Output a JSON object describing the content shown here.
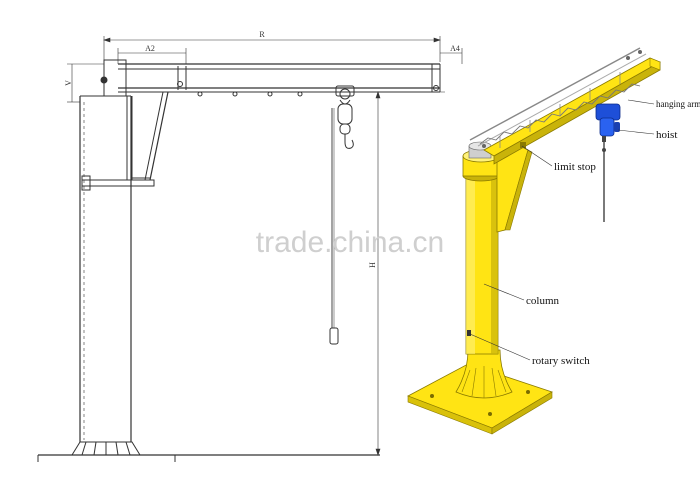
{
  "colors": {
    "background": "#ffffff",
    "line_drawing": "#333333",
    "crane_yellow": "#ffe414",
    "crane_yellow_dark": "#c9b30a",
    "hoist_blue": "#1e4fd8",
    "watermark": "#d0d0d0"
  },
  "left_drawing": {
    "dimensions": {
      "r": "R",
      "a2": "A2",
      "a4": "A4",
      "v": "V",
      "h": "H"
    }
  },
  "right_drawing": {
    "labels": {
      "hanging_arm": "hanging arm",
      "hoist": "hoist",
      "limit_stop": "limit stop",
      "column": "column",
      "rotary_switch": "rotary switch"
    }
  },
  "watermark": {
    "text": "trade.china.cn"
  }
}
